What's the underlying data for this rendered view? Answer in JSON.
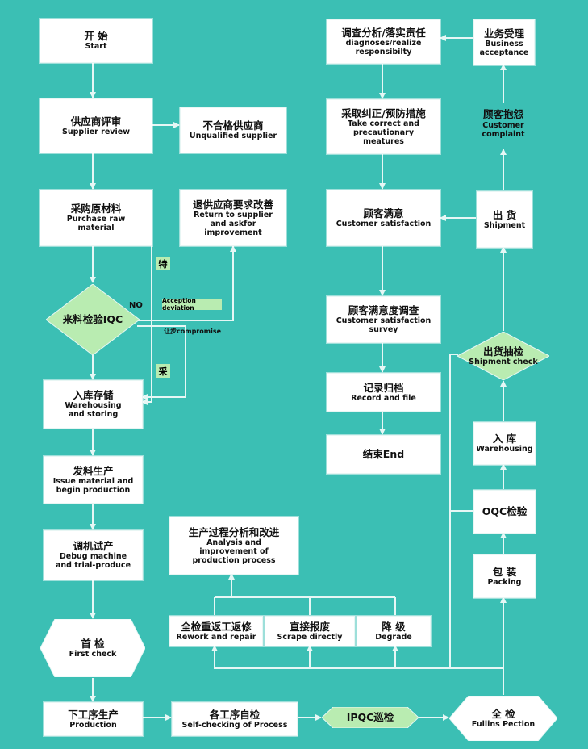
{
  "colors": {
    "background": "#3bbfb4",
    "box": "#ffffff",
    "diamond": "#b9ecb1",
    "line": "#e6f7f5"
  },
  "nodes": {
    "start": {
      "zh": "开 始",
      "en": "Start"
    },
    "supplier_review": {
      "zh": "供应商评审",
      "en": "Supplier review"
    },
    "unqualified_supplier": {
      "zh": "不合格供应商",
      "en": "Unqualified supplier"
    },
    "purchase_raw_material": {
      "zh": "采购原材料",
      "en1": "Purchase raw",
      "en2": "material"
    },
    "return_to_supplier": {
      "zh": "退供应商要求改善",
      "en1": "Return to supplier",
      "en2": "and askfor",
      "en3": "improvement"
    },
    "iqc": {
      "zh": "来料检验IQC"
    },
    "warehousing_storing": {
      "zh": "入库存储",
      "en1": "Warehousing",
      "en2": "and storing"
    },
    "issue_material": {
      "zh": "发料生产",
      "en1": "Issue material and",
      "en2": "begin production"
    },
    "debug_machine": {
      "zh": "调机试产",
      "en1": "Debug machine",
      "en2": "and trial-produce"
    },
    "first_check": {
      "zh": "首 检",
      "en": "First check"
    },
    "production": {
      "zh": "下工序生产",
      "en": "Production"
    },
    "self_checking": {
      "zh": "各工序自检",
      "en": "Self-checking of Process"
    },
    "ipqc": {
      "zh": "IPQC巡检"
    },
    "fullins_pection": {
      "zh": "全 检",
      "en": "Fullins Pection"
    },
    "analysis": {
      "zh": "生产过程分析和改进",
      "en1": "Analysis and",
      "en2": "improvement of",
      "en3": "production process"
    },
    "rework": {
      "zh": "全检重返工返修",
      "en": "Rework and repair"
    },
    "scrape": {
      "zh": "直接报废",
      "en": "Scrape directly"
    },
    "degrade": {
      "zh": "降 级",
      "en": "Degrade"
    },
    "diagnoses": {
      "zh": "调查分析/落实责任",
      "en1": "diagnoses/realize",
      "en2": "responsibilty"
    },
    "corrective": {
      "zh": "采取纠正/预防措施",
      "en1": "Take correct and",
      "en2": "precautionary",
      "en3": "meatures"
    },
    "customer_satisfaction": {
      "zh": "顾客满意",
      "en": "Customer satisfaction"
    },
    "satisfaction_survey": {
      "zh": "顾客满意度调查",
      "en1": "Customer satisfaction",
      "en2": "survey"
    },
    "record_file": {
      "zh": "记录归档",
      "en": "Record and file"
    },
    "end": {
      "zh": "结束End"
    },
    "business_acceptance": {
      "zh": "业务受理",
      "en1": "Business",
      "en2": "acceptance"
    },
    "customer_complaint": {
      "zh": "顾客抱怨",
      "en1": "Customer",
      "en2": "complaint"
    },
    "shipment": {
      "zh": "出 货",
      "en": "Shipment"
    },
    "shipment_check": {
      "zh": "出货抽检",
      "en": "Shipment check"
    },
    "warehousing": {
      "zh": "入 库",
      "en": "Warehousing"
    },
    "oqc": {
      "zh": "OQC检验"
    },
    "packing": {
      "zh": "包 装",
      "en": "Packing"
    }
  },
  "edge_labels": {
    "no": "NO",
    "special_te": "特",
    "special_cai": "采",
    "acception_deviation": "Acception deviation",
    "compromise": "让步compromise"
  }
}
